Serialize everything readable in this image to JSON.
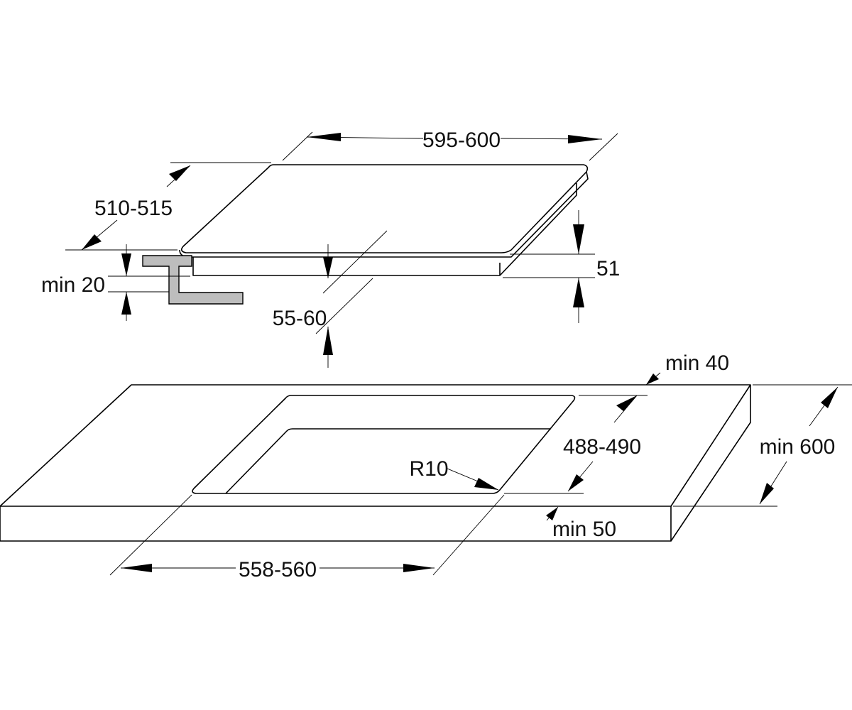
{
  "dimensions": {
    "hob_width": "595-600",
    "hob_depth": "510-515",
    "hob_height": "51",
    "min_below": "min 20",
    "insert_depth": "55-60",
    "min_back": "min 40",
    "cutout_depth": "488-490",
    "counter_depth": "min 600",
    "corner_radius": "R10",
    "min_front": "min 50",
    "cutout_width": "558-560"
  }
}
